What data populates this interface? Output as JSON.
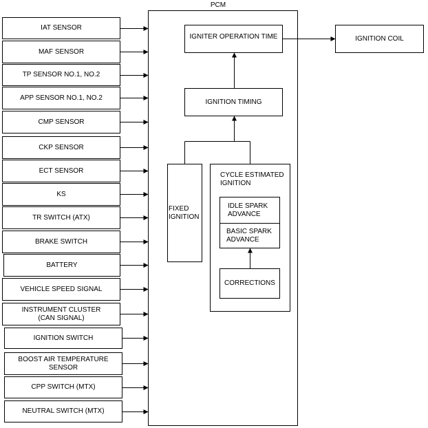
{
  "pcm_label": "PCM",
  "inputs": [
    "IAT SENSOR",
    "MAF SENSOR",
    "TP SENSOR NO.1, NO.2",
    "APP SENSOR NO.1, NO.2",
    "CMP SENSOR",
    "CKP SENSOR",
    "ECT SENSOR",
    "KS",
    "TR SWITCH (ATX)",
    "BRAKE SWITCH",
    "BATTERY",
    "VEHICLE SPEED SIGNAL",
    "INSTRUMENT CLUSTER\n(CAN SIGNAL)",
    "IGNITION SWITCH",
    "BOOST AIR TEMPERATURE\nSENSOR",
    "CPP SWITCH (MTX)",
    "NEUTRAL SWITCH (MTX)"
  ],
  "blocks": {
    "igniter_operation_time": "IGNITER OPERATION TIME",
    "ignition_coil": "IGNITION COIL",
    "ignition_timing": "IGNITION TIMING",
    "fixed_ignition": "FIXED\nIGNITION",
    "cycle_estimated_ignition": "CYCLE ESTIMATED\nIGNITION",
    "idle_spark_advance": "IDLE SPARK\nADVANCE",
    "basic_spark_advance": "BASIC SPARK\nADVANCE",
    "corrections": "CORRECTIONS"
  }
}
